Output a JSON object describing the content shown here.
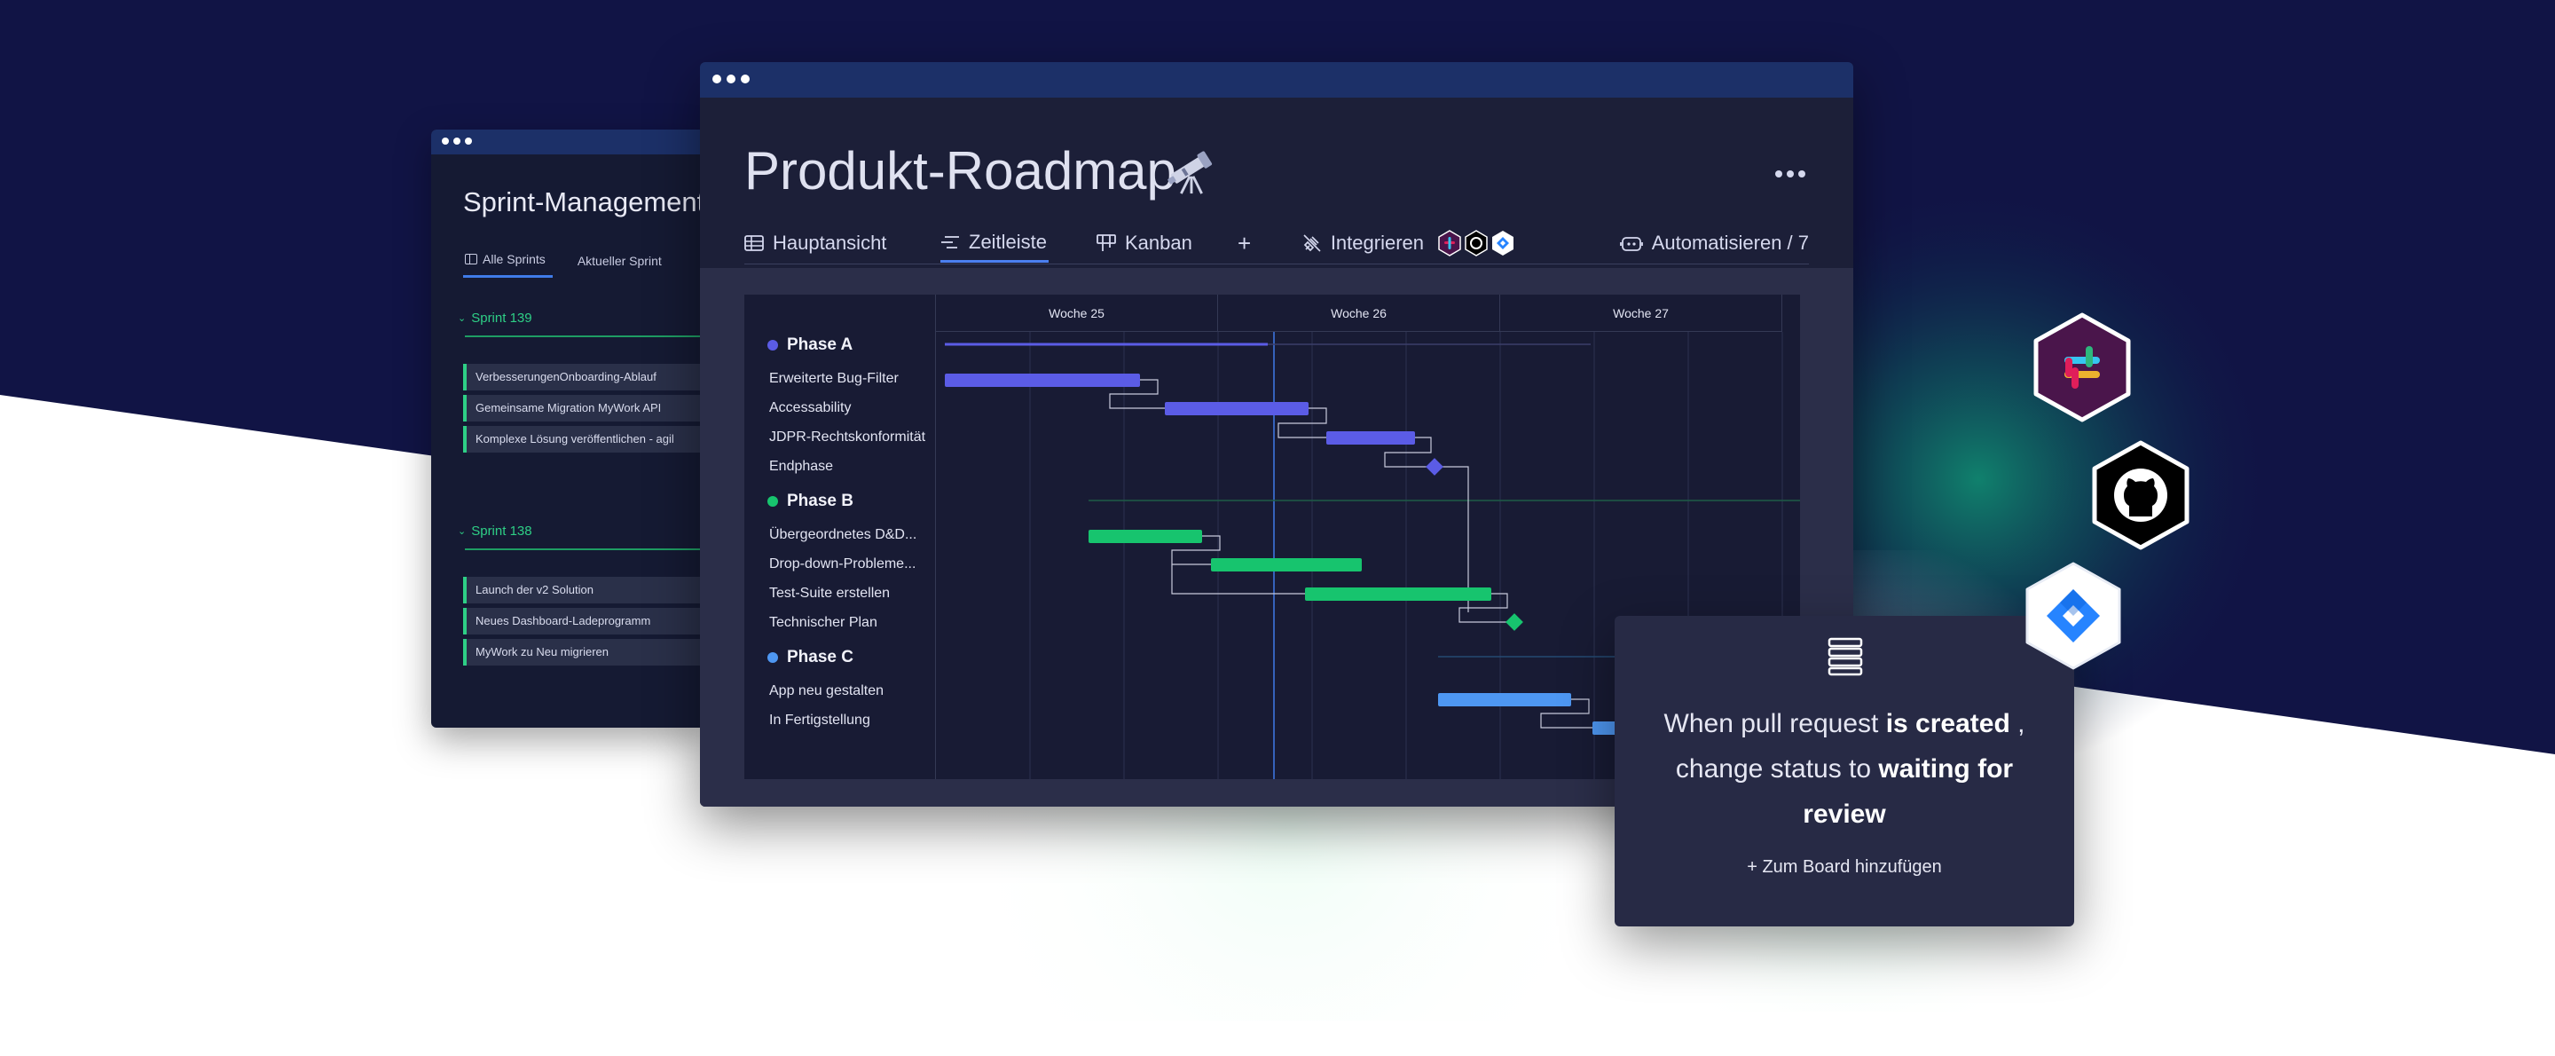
{
  "sprint_window": {
    "title": "Sprint-Management",
    "tabs": [
      "Alle Sprints",
      "Aktueller Sprint"
    ],
    "groups": [
      {
        "name": "Sprint 139",
        "items": [
          "VerbesserungenOnboarding-Ablauf",
          "Gemeinsame Migration MyWork API",
          "Komplexe Lösung veröffentlichen - agil"
        ]
      },
      {
        "name": "Sprint 138",
        "items": [
          "Launch der v2 Solution",
          "Neues Dashboard-Ladeprogramm",
          "MyWork zu Neu migrieren"
        ]
      }
    ],
    "accent_color": "#2ecf86"
  },
  "roadmap_window": {
    "title": "Produkt-Roadmap",
    "title_icon": "telescope-icon",
    "tabs": [
      {
        "label": "Hauptansicht",
        "icon": "table-icon"
      },
      {
        "label": "Zeitleiste",
        "icon": "timeline-icon",
        "active": true
      },
      {
        "label": "Kanban",
        "icon": "kanban-icon"
      }
    ],
    "add_tab": "+",
    "integrate_label": "Integrieren",
    "automate_label": "Automatisieren / 7"
  },
  "timeline": {
    "weeks": [
      "Woche 25",
      "Woche 26",
      "Woche 27"
    ],
    "phases": [
      {
        "name": "Phase A",
        "color": "#5b5ce6",
        "rows": [
          "Erweiterte Bug-Filter",
          "Accessability",
          "JDPR-Rechtskonformität",
          "Endphase"
        ]
      },
      {
        "name": "Phase B",
        "color": "#17c46e",
        "rows": [
          "Übergeordnetes D&D...",
          "Drop-down-Probleme...",
          "Test-Suite erstellen",
          "Technischer Plan"
        ]
      },
      {
        "name": "Phase C",
        "color": "#4e97f2",
        "rows": [
          "App neu gestalten",
          "In Fertigstellung"
        ]
      }
    ]
  },
  "automation_card": {
    "icon": "list-stack-icon",
    "text_1": "When pull request ",
    "bold_1": "is created",
    "text_2": " , change status to ",
    "bold_2": "waiting for review",
    "action": "+ Zum Board hinzufügen"
  },
  "integrations": [
    "slack-icon",
    "github-icon",
    "jira-icon"
  ],
  "colors": {
    "navy": "#111445",
    "panel": "#1c1f38",
    "titlebar": "#1c3068",
    "jira_blue": "#2684ff",
    "slack_bg": "#4a154b"
  }
}
